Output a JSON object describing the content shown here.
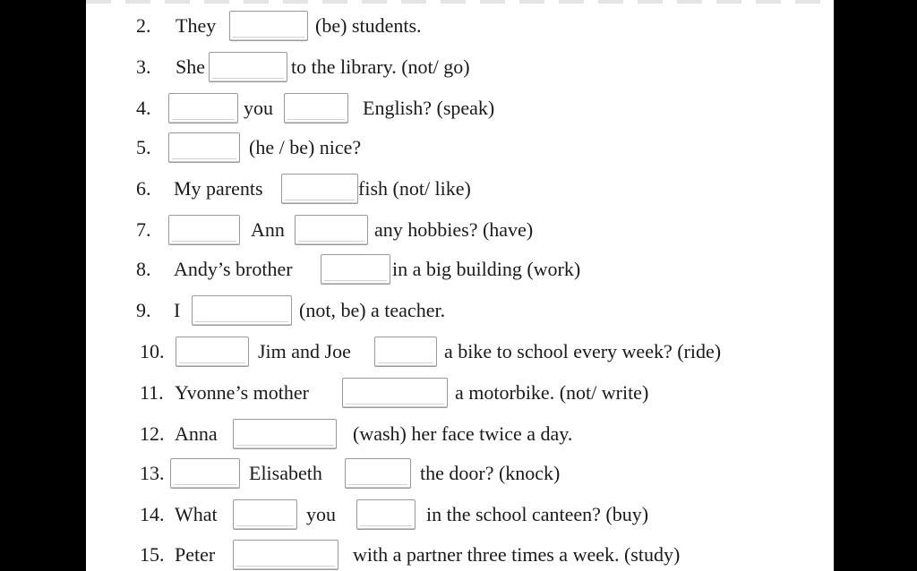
{
  "exercise": {
    "items": [
      {
        "number": "2.",
        "parts": [
          "They",
          "(be) students."
        ]
      },
      {
        "number": "3.",
        "parts": [
          "She",
          "to the library. (not/ go)"
        ]
      },
      {
        "number": "4.",
        "parts": [
          "you",
          "English? (speak)"
        ]
      },
      {
        "number": "5.",
        "parts": [
          "(he / be) nice?"
        ]
      },
      {
        "number": "6.",
        "parts": [
          "My parents",
          "fish (not/ like)"
        ]
      },
      {
        "number": "7.",
        "parts": [
          "Ann",
          "any hobbies? (have)"
        ]
      },
      {
        "number": "8.",
        "parts": [
          "Andy’s brother",
          "in a big building (work)"
        ]
      },
      {
        "number": "9.",
        "parts": [
          "I",
          "(not, be) a teacher."
        ]
      },
      {
        "number": "10.",
        "parts": [
          "Jim and Joe",
          "a bike to school every week? (ride)"
        ]
      },
      {
        "number": "11.",
        "parts": [
          "Yvonne’s mother",
          "a motorbike. (not/ write)"
        ]
      },
      {
        "number": "12.",
        "parts": [
          "Anna",
          "(wash) her face twice a day."
        ]
      },
      {
        "number": "13.",
        "parts": [
          "Elisabeth",
          "the door? (knock)"
        ]
      },
      {
        "number": "14.",
        "parts": [
          "What",
          "you",
          "in the school canteen? (buy)"
        ]
      },
      {
        "number": "15.",
        "parts": [
          "Peter",
          "with a partner three times a week. (study)"
        ]
      }
    ]
  }
}
